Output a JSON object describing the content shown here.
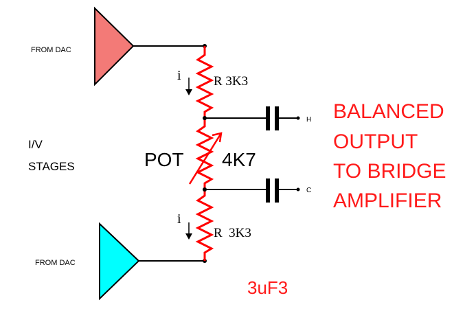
{
  "labels": {
    "from_dac_top": "FROM DAC",
    "from_dac_bottom": "FROM DAC",
    "iv_line1": "I/V",
    "iv_line2": "STAGES",
    "current_top": "i",
    "current_bottom": "i",
    "resistor_top": "R 3K3",
    "resistor_bottom": "R  3K3",
    "pot": "POT",
    "pot_value": "4K7",
    "terminal_hot": "H",
    "terminal_cold": "C",
    "output_line1": "BALANCED",
    "output_line2": "OUTPUT",
    "output_line3": "TO BRIDGE",
    "output_line4": "AMPLIFIER",
    "capacitor_value": "3uF3"
  },
  "colors": {
    "top_amp": "#f37a77",
    "bottom_amp": "#00ffff",
    "resistor": "#ff0000",
    "wire": "#000000",
    "annotation": "#ff1a1a"
  }
}
